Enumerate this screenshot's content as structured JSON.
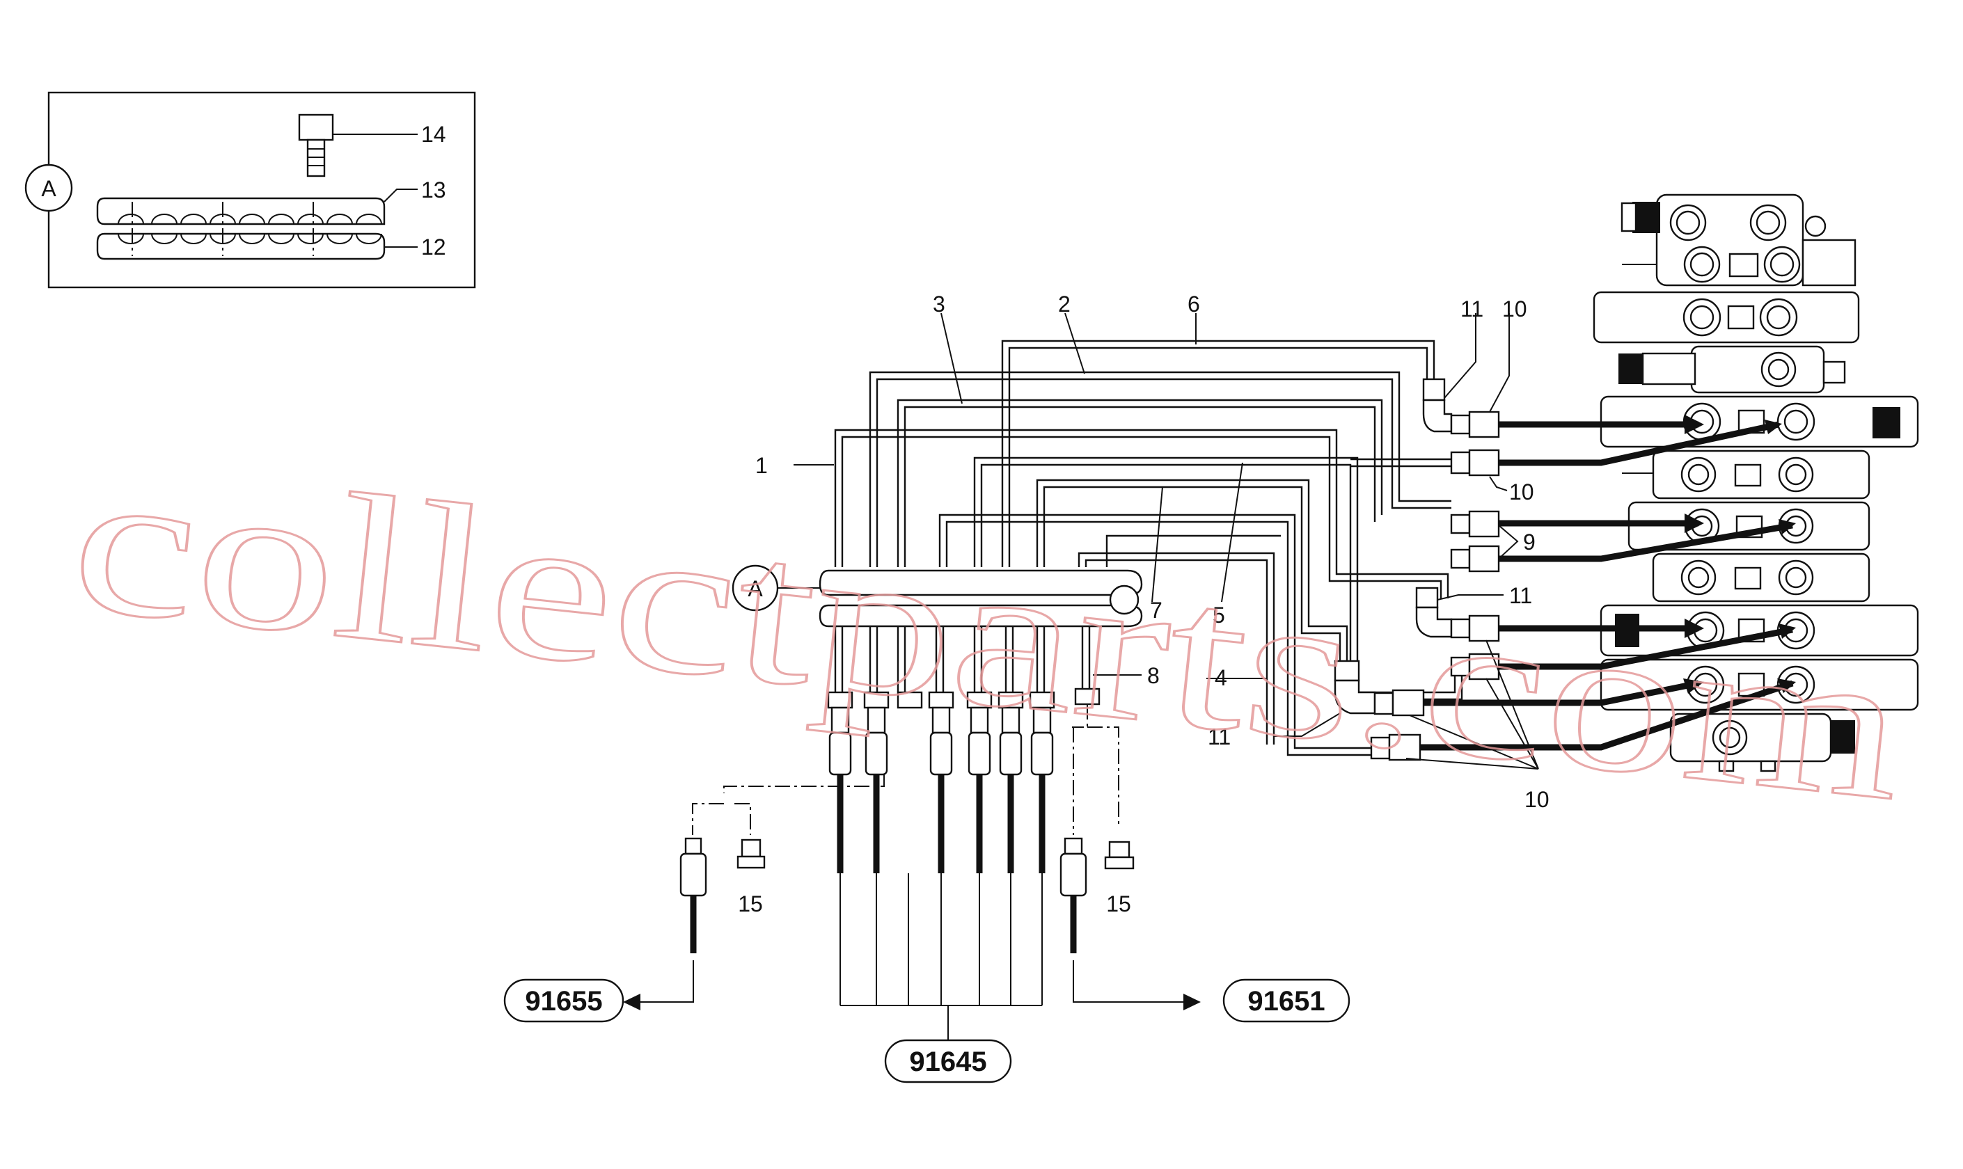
{
  "detail_view": {
    "marker": "A",
    "callouts": [
      "14",
      "13",
      "12"
    ]
  },
  "main": {
    "marker": "A",
    "callouts": {
      "c1": "1",
      "c2": "2",
      "c3": "3",
      "c4": "4",
      "c5": "5",
      "c6": "6",
      "c7": "7",
      "c8": "8",
      "c9": "9",
      "c10_top": "10",
      "c10_mid": "10",
      "c10_bottom": "10",
      "c11_top": "11",
      "c11_mid": "11",
      "c11_bottom": "11",
      "c15_left": "15",
      "c15_right": "15"
    }
  },
  "references": {
    "left": "91655",
    "center": "91645",
    "right": "91651"
  },
  "watermark": "collectparts.com",
  "colors": {
    "line": "#111111",
    "watermark": "#e49a9a",
    "background": "#ffffff"
  }
}
